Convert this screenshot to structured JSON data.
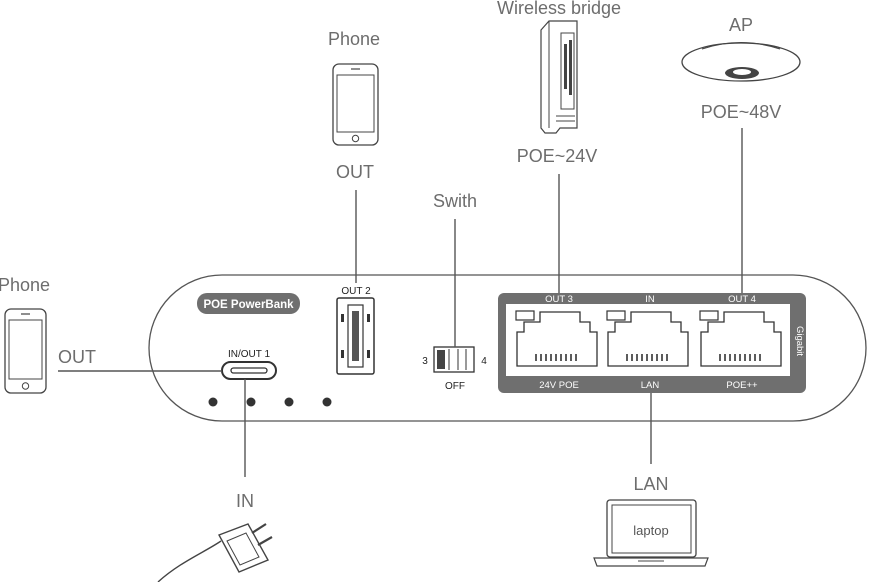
{
  "device": {
    "brand_label": "POE PowerBank",
    "usb_c_port_label": "IN/OUT 1",
    "usb_a_port_label": "OUT 2",
    "switch_left_label": "3",
    "switch_right_label": "4",
    "switch_off_label": "OFF",
    "gigabit_label": "Gigabit",
    "ports": [
      {
        "top_label": "OUT 3",
        "bottom_label": "24V POE"
      },
      {
        "top_label": "IN",
        "bottom_label": "LAN"
      },
      {
        "top_label": "OUT 4",
        "bottom_label": "POE++"
      }
    ]
  },
  "annotations": {
    "phone_top_title": "Phone",
    "phone_top_direction": "OUT",
    "phone_left_title": "Phone",
    "phone_left_direction": "OUT",
    "charger_direction": "IN",
    "switch_title": "Swith",
    "bridge_title": "Wireless bridge",
    "bridge_voltage": "POE~24V",
    "ap_title": "AP",
    "ap_voltage": "POE~48V",
    "lan_title": "LAN",
    "laptop_label": "laptop"
  },
  "colors": {
    "line": "#555555",
    "text_gray": "#6d6d6d",
    "panel_dark": "#6f6f6f"
  }
}
